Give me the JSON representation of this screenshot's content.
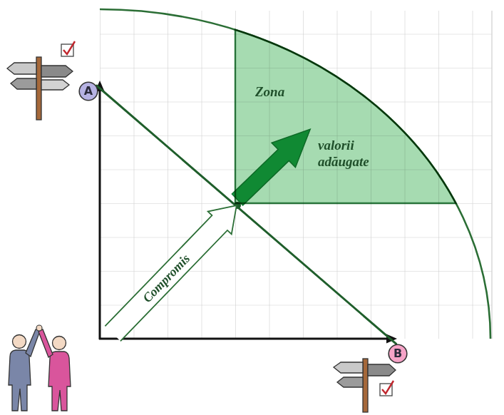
{
  "diagram": {
    "nodes": [
      {
        "text": [
          "A"
        ]
      },
      {
        "text": [
          "Zona",
          "valorii adăugate"
        ]
      },
      {
        "text": [
          "Compromis"
        ]
      },
      {
        "text": [
          "B"
        ]
      }
    ],
    "edges": [
      {
        "from": 0,
        "to": 3,
        "arrow": "none"
      }
    ]
  }
}
